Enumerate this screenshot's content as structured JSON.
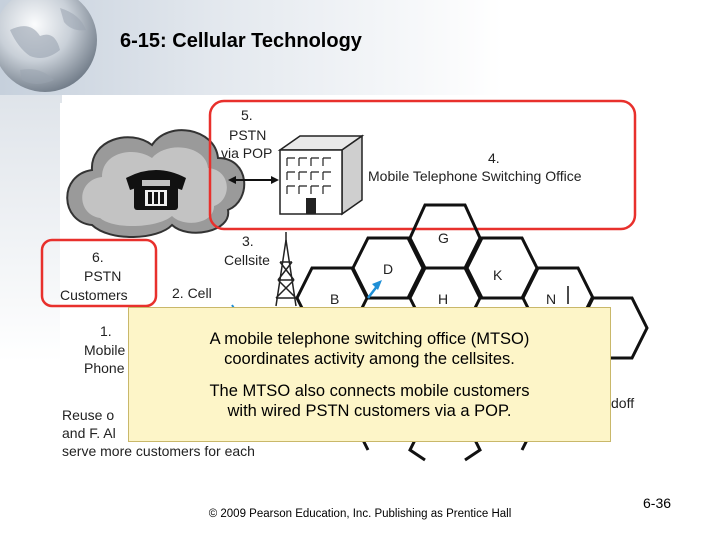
{
  "slide": {
    "title": "6-15: Cellular Technology",
    "copyright": "© 2009 Pearson Education, Inc. Publishing as Prentice Hall",
    "slide_number": "6-36"
  },
  "diagram": {
    "label_5_num": "5.",
    "label_5_line1": "PSTN",
    "label_5_line2": "via POP",
    "label_4_num": "4.",
    "label_4_text": "Mobile Telephone Switching Office",
    "label_3_num": "3.",
    "label_3_text": "Cellsite",
    "label_6_num": "6.",
    "label_6_line1": "PSTN",
    "label_6_line2": "Customers",
    "label_2": "2. Cell",
    "label_1_num": "1.",
    "label_1_line1": "Mobile",
    "label_1_line2": "Phone",
    "reuse_line1": "Reuse o",
    "reuse_line2": "and F. Al",
    "reuse_line3": "serve more customers for each",
    "handoff_partial": "doff",
    "cells": [
      "G",
      "D",
      "K",
      "B",
      "H",
      "N"
    ],
    "highlight_color": "#e8302c"
  },
  "callout": {
    "line1": "A mobile telephone switching office (MTSO)",
    "line2": "coordinates activity among the cellsites.",
    "line3": "The MTSO also connects mobile customers",
    "line4": "with wired PSTN customers via a POP."
  }
}
